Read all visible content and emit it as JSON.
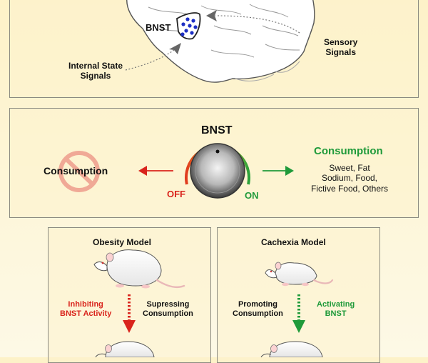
{
  "top_panel": {
    "region_label": "BNST",
    "sensory_label": [
      "Sensory",
      "Signals"
    ],
    "internal_label": [
      "Internal State",
      "Signals"
    ]
  },
  "dial_panel": {
    "dial_title": "BNST",
    "off_label": "OFF",
    "on_label": "ON",
    "left_label": "Consumption",
    "right_title": "Consumption",
    "right_items": [
      "Sweet, Fat",
      "Sodium, Food,",
      "Fictive Food, Others"
    ]
  },
  "obesity_panel": {
    "title": "Obesity Model",
    "action_label": [
      "Inhibiting",
      "BNST Activity"
    ],
    "effect_label": [
      "Supressing",
      "Consumption"
    ]
  },
  "cachexia_panel": {
    "title": "Cachexia Model",
    "effect_label": [
      "Promoting",
      "Consumption"
    ],
    "action_label": [
      "Activating",
      "BNST"
    ]
  },
  "colors": {
    "red": "#d9241c",
    "green": "#1f9a3a",
    "bnst_dots": "#1d2fc4",
    "panel_bg": "#fdf3cd"
  }
}
